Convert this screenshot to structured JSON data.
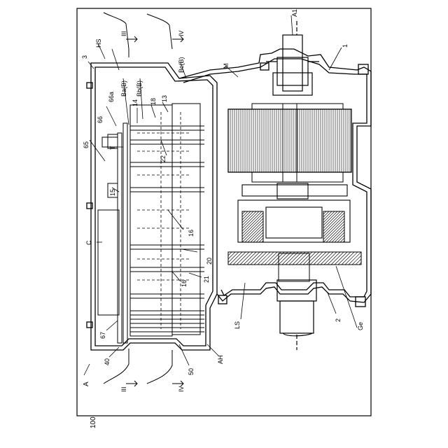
{
  "figure": {
    "labels": {
      "n100": "100",
      "A": "A",
      "A1": "A1",
      "n1": "1",
      "n2": "2",
      "n3": "3",
      "HS": "HS",
      "M": "M",
      "C": "C",
      "LS": "LS",
      "Ge": "Ge",
      "AH": "AH",
      "III_top": "III",
      "III_bottom": "III",
      "IV_top": "IV",
      "IV_bottom": "IV",
      "BaB": "Ba(B)",
      "BbB": "Bb(B)",
      "BcB": "Bc(B)",
      "n66a": "66a",
      "n66": "66",
      "n65": "65",
      "n14": "14",
      "n18": "18",
      "n13": "13",
      "T": "T",
      "n22": "22",
      "n15": "15",
      "n16a": "16",
      "n16b": "16",
      "n20": "20",
      "n21": "21",
      "n67": "67",
      "n40": "40",
      "n50": "50"
    }
  }
}
